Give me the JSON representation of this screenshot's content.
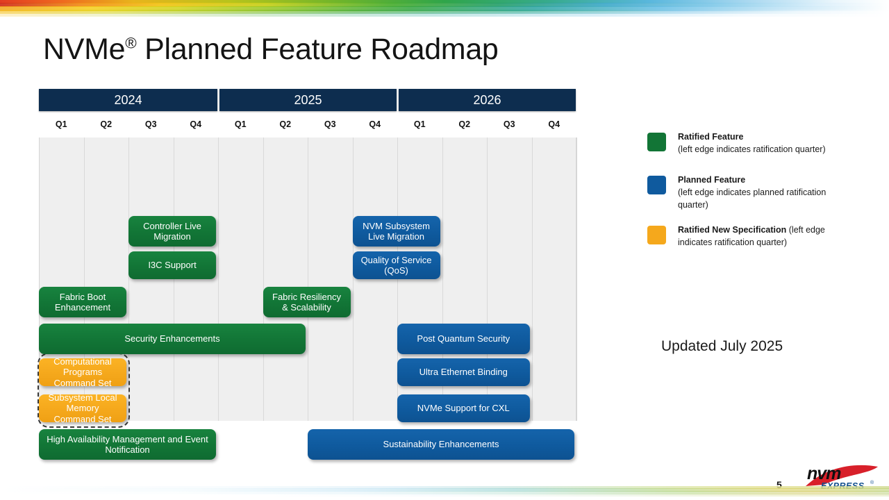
{
  "slide": {
    "title_main": "NVMe",
    "title_sup": "®",
    "title_rest": " Planned Feature Roadmap",
    "updated_note": "Updated July 2025",
    "page_number": "5",
    "logo_primary": "nvm",
    "logo_secondary": "EXPRESS",
    "logo_mark": "®"
  },
  "colors": {
    "ratified_green": "#127536",
    "planned_blue": "#0f5a9e",
    "new_spec_orange": "#f5a81c",
    "year_header": "#0d2d4f",
    "plot_background": "#efefef",
    "gridline": "#d9d9d9"
  },
  "legend": {
    "items": [
      {
        "swatch": "#127536",
        "title": "Ratified Feature",
        "subtitle": "(left edge indicates ratification quarter)",
        "inline": false
      },
      {
        "swatch": "#0f5a9e",
        "title": "Planned Feature",
        "subtitle": "(left edge indicates planned ratification quarter)",
        "inline": false
      },
      {
        "swatch": "#f5a81c",
        "title": "Ratified New Specification",
        "subtitle": " (left edge indicates ratification quarter)",
        "inline": true
      }
    ]
  },
  "chart_data": {
    "type": "table",
    "title": "NVMe® Planned Feature Roadmap",
    "years": [
      "2024",
      "2025",
      "2026"
    ],
    "quarters": [
      "Q1",
      "Q2",
      "Q3",
      "Q4",
      "Q1",
      "Q2",
      "Q3",
      "Q4",
      "Q1",
      "Q2",
      "Q3",
      "Q4"
    ],
    "axis_note": "left edge of each bar indicates the ratification quarter",
    "rows": [
      {
        "label": "Controller Live Migration",
        "category": "Ratified Feature",
        "color": "#127536",
        "start_quarter": "2024 Q3",
        "end_quarter": "2024 Q4",
        "start_index": 2.0,
        "end_index": 4.0,
        "lane": 1
      },
      {
        "label": "NVM Subsystem Live Migration",
        "category": "Planned Feature",
        "color": "#0f5a9e",
        "start_quarter": "2025 Q3",
        "end_quarter": "2025 Q4",
        "start_index": 7.0,
        "end_index": 9.0,
        "lane": 1
      },
      {
        "label": "I3C Support",
        "category": "Ratified Feature",
        "color": "#127536",
        "start_quarter": "2024 Q3",
        "end_quarter": "2024 Q4",
        "start_index": 2.0,
        "end_index": 4.0,
        "lane": 2
      },
      {
        "label": "Quality of Service (QoS)",
        "category": "Planned Feature",
        "color": "#0f5a9e",
        "start_quarter": "2025 Q3",
        "end_quarter": "2025 Q4",
        "start_index": 7.0,
        "end_index": 9.0,
        "lane": 2
      },
      {
        "label": "Fabric Boot Enhancement",
        "category": "Ratified Feature",
        "color": "#127536",
        "start_quarter": "2024 Q1",
        "end_quarter": "2024 Q3",
        "start_index": 0.0,
        "end_index": 2.0,
        "lane": 3
      },
      {
        "label": "Fabric Resiliency & Scalability",
        "category": "Ratified Feature",
        "color": "#127536",
        "start_quarter": "2025 Q1",
        "end_quarter": "2025 Q3",
        "start_index": 5.0,
        "end_index": 7.0,
        "lane": 3
      },
      {
        "label": "Security Enhancements",
        "category": "Ratified Feature",
        "color": "#127536",
        "start_quarter": "2024 Q1",
        "end_quarter": "2025 Q2",
        "start_index": 0.0,
        "end_index": 6.0,
        "lane": 4
      },
      {
        "label": "Post Quantum Security",
        "category": "Planned Feature",
        "color": "#0f5a9e",
        "start_quarter": "2026 Q1",
        "end_quarter": "2026 Q3",
        "start_index": 8.0,
        "end_index": 11.0,
        "lane": 4
      },
      {
        "label": "Computational Programs Command Set",
        "category": "Ratified New Specification",
        "color": "#f5a81c",
        "start_quarter": "2024 Q1",
        "end_quarter": "2024 Q3",
        "start_index": 0.0,
        "end_index": 2.0,
        "lane": 5,
        "grouped": true
      },
      {
        "label": "Ultra Ethernet Binding",
        "category": "Planned Feature",
        "color": "#0f5a9e",
        "start_quarter": "2026 Q1",
        "end_quarter": "2026 Q3",
        "start_index": 8.0,
        "end_index": 11.0,
        "lane": 5
      },
      {
        "label": "Subsystem Local Memory Command Set",
        "category": "Ratified New Specification",
        "color": "#f5a81c",
        "start_quarter": "2024 Q1",
        "end_quarter": "2024 Q3",
        "start_index": 0.0,
        "end_index": 2.0,
        "lane": 6,
        "grouped": true
      },
      {
        "label": "NVMe Support for CXL",
        "category": "Planned Feature",
        "color": "#0f5a9e",
        "start_quarter": "2026 Q1",
        "end_quarter": "2026 Q3",
        "start_index": 8.0,
        "end_index": 11.0,
        "lane": 6
      },
      {
        "label": "High Availability Management and Event Notification",
        "category": "Ratified Feature",
        "color": "#127536",
        "start_quarter": "2024 Q1",
        "end_quarter": "2024 Q4",
        "start_index": 0.0,
        "end_index": 4.0,
        "lane": 7
      },
      {
        "label": "Sustainability Enhancements",
        "category": "Planned Feature",
        "color": "#0f5a9e",
        "start_quarter": "2025 Q3",
        "end_quarter": "2026 Q4",
        "start_index": 6.0,
        "end_index": 12.0,
        "lane": 7
      }
    ]
  }
}
